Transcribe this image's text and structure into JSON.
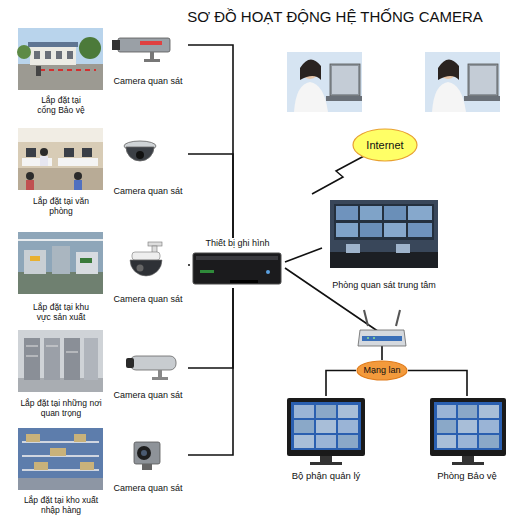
{
  "diagram": {
    "title": "SƠ ĐỒ HOẠT ĐỘNG HỆ THỐNG CAMERA",
    "nodes": [
      {
        "text": [
          "Lắp đặt tại cổng Bảo vệ"
        ]
      },
      {
        "text": [
          "Camera quan sát"
        ]
      },
      {
        "text": [
          "Internet"
        ]
      },
      {
        "text": [
          "Lắp đặt tại văn phòng"
        ]
      },
      {
        "text": [
          "Camera quan sát"
        ]
      },
      {
        "text": [
          "Phòng quan sát trung tâm"
        ]
      },
      {
        "text": [
          "Lắp đặt tại khu vực sản xuất"
        ]
      },
      {
        "text": [
          "Camera quan sát"
        ]
      },
      {
        "text": [
          "Thiết bị ghi hình"
        ]
      },
      {
        "text": [
          "Lắp đặt tại những nơi quan trọng"
        ]
      },
      {
        "text": [
          "Camera quan sát"
        ]
      },
      {
        "text": [
          "Mạng lan"
        ]
      },
      {
        "text": [
          "Bộ phận quản lý"
        ]
      },
      {
        "text": [
          "Phòng Bảo vệ"
        ]
      },
      {
        "text": [
          "Lắp đặt tại kho xuất nhập hàng"
        ]
      },
      {
        "text": [
          "Camera quan sát"
        ]
      }
    ],
    "edges": [
      {
        "from": 1,
        "to": 8,
        "arrow": "none"
      },
      {
        "from": 4,
        "to": 8,
        "arrow": "none"
      },
      {
        "from": 7,
        "to": 8,
        "arrow": "none"
      },
      {
        "from": 10,
        "to": 8,
        "arrow": "none"
      },
      {
        "from": 15,
        "to": 8,
        "arrow": "none"
      },
      {
        "from": 8,
        "to": 5,
        "arrow": "none"
      },
      {
        "from": 8,
        "to": 11,
        "arrow": "none"
      },
      {
        "from": 11,
        "to": 12,
        "arrow": "none"
      },
      {
        "from": 11,
        "to": 13,
        "arrow": "none"
      }
    ]
  }
}
